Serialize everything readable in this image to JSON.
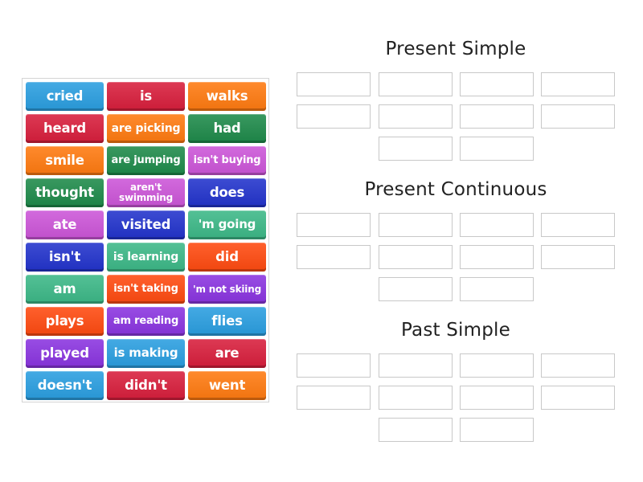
{
  "colors": {
    "light_blue": "#2a9ee0",
    "red": "#d81e3c",
    "orange": "#ff7a10",
    "dark_green": "#1e8a4a",
    "magenta": "#cc55d8",
    "royal_blue": "#2233cc",
    "teal_green": "#3cb887",
    "orange_red": "#ff4a10",
    "purple": "#8a34e0"
  },
  "tiles": [
    {
      "label": "cried",
      "color": "#2a9ee0"
    },
    {
      "label": "is",
      "color": "#d81e3c"
    },
    {
      "label": "walks",
      "color": "#ff7a10"
    },
    {
      "label": "heard",
      "color": "#d81e3c"
    },
    {
      "label": "are picking",
      "color": "#ff7a10"
    },
    {
      "label": "had",
      "color": "#1e8a4a"
    },
    {
      "label": "smile",
      "color": "#ff7a10"
    },
    {
      "label": "are jumping",
      "color": "#1e8a4a"
    },
    {
      "label": "isn't buying",
      "color": "#cc55d8"
    },
    {
      "label": "thought",
      "color": "#1e8a4a"
    },
    {
      "label": "aren't swimming",
      "color": "#cc55d8"
    },
    {
      "label": "does",
      "color": "#2233cc"
    },
    {
      "label": "ate",
      "color": "#cc55d8"
    },
    {
      "label": "visited",
      "color": "#2233cc"
    },
    {
      "label": "'m going",
      "color": "#3cb887"
    },
    {
      "label": "isn't",
      "color": "#2233cc"
    },
    {
      "label": "is learning",
      "color": "#3cb887"
    },
    {
      "label": "did",
      "color": "#ff4a10"
    },
    {
      "label": "am",
      "color": "#3cb887"
    },
    {
      "label": "isn't taking",
      "color": "#ff4a10"
    },
    {
      "label": "'m not skiing",
      "color": "#8a34e0"
    },
    {
      "label": "plays",
      "color": "#ff4a10"
    },
    {
      "label": "am reading",
      "color": "#8a34e0"
    },
    {
      "label": "flies",
      "color": "#2a9ee0"
    },
    {
      "label": "played",
      "color": "#8a34e0"
    },
    {
      "label": "is making",
      "color": "#2a9ee0"
    },
    {
      "label": "are",
      "color": "#d81e3c"
    },
    {
      "label": "doesn't",
      "color": "#2a9ee0"
    },
    {
      "label": "didn't",
      "color": "#d81e3c"
    },
    {
      "label": "went",
      "color": "#ff7a10"
    }
  ],
  "groups": [
    {
      "title": "Present Simple",
      "slots": 10
    },
    {
      "title": "Present Continuous",
      "slots": 10
    },
    {
      "title": "Past Simple",
      "slots": 10
    }
  ]
}
